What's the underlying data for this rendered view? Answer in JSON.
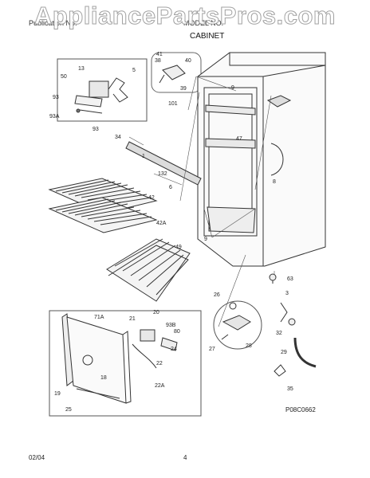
{
  "watermark": "AppliancePartsPros.com",
  "header": {
    "left": "Publication No.",
    "right": "MODEL NO.",
    "section": "CABINET"
  },
  "parts": {
    "p41": "41",
    "p38": "38",
    "p40": "40",
    "p39": "39",
    "p101": "101",
    "p13": "13",
    "p5": "5",
    "p50": "50",
    "p93a_top": "93",
    "p93a": "93A",
    "p93": "93",
    "p9a": "9",
    "p47": "47",
    "p34": "34",
    "p1": "1",
    "p132": "132",
    "p6": "6",
    "p8": "8",
    "p42": "42",
    "p42a": "42A",
    "p49": "49",
    "p9b": "9",
    "p63": "63",
    "p26": "26",
    "p27": "27",
    "p28": "28",
    "p3": "3",
    "p32": "32",
    "p29": "29",
    "p35": "35",
    "p71a": "71A",
    "p21": "21",
    "p20": "20",
    "p93b": "93B",
    "p80": "80",
    "p24": "24",
    "p22": "22",
    "p22a": "22A",
    "p19": "19",
    "p18": "18",
    "p25": "25"
  },
  "figure_code": "P08C0662",
  "footer": {
    "date": "02/04",
    "page": "4"
  }
}
